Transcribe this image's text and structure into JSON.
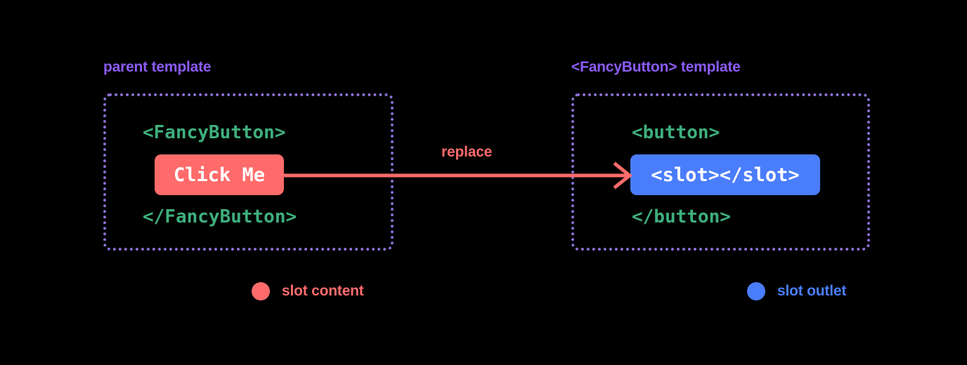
{
  "background_color": "#000000",
  "palette": {
    "label_purple": "#8B5CF6",
    "panel_border_purple": "#8B6FD4",
    "code_green": "#3EAF7C",
    "slot_content_coral": "#FF6B6B",
    "slot_outlet_blue": "#4A7DFC",
    "chip_text": "#FFFFFF"
  },
  "parent_panel": {
    "label": "parent template",
    "code_open": "<FancyButton>",
    "content_chip": "Click Me",
    "code_close": "</FancyButton>"
  },
  "fancy_panel": {
    "label": "<FancyButton> template",
    "code_open": "<button>",
    "content_chip": "<slot></slot>",
    "code_close": "</button>"
  },
  "arrow": {
    "label": "replace",
    "icon": "arrow-right-icon",
    "color": "#FF6B6B"
  },
  "legend": [
    {
      "icon": "circle-icon",
      "label": "slot content",
      "color": "#FF6B6B"
    },
    {
      "icon": "circle-icon",
      "label": "slot outlet",
      "color": "#4A7DFC"
    }
  ]
}
